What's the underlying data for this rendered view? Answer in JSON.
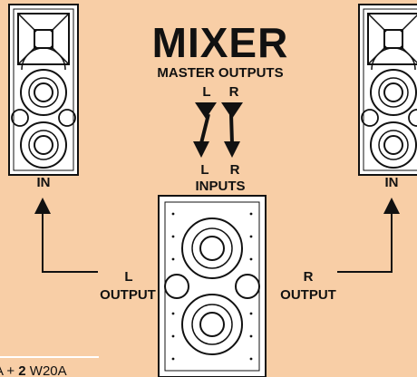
{
  "title": "MIXER",
  "subtitle": "MASTER OUTPUTS",
  "master_channels": [
    "L",
    "R"
  ],
  "input_channels": [
    "L",
    "R"
  ],
  "inputs_label": "INPUTS",
  "speaker_in_left": "IN",
  "speaker_in_right": "IN",
  "output_left": {
    "channel": "L",
    "label": "OUTPUT"
  },
  "output_right": {
    "channel": "R",
    "label": "OUTPUT"
  },
  "caption": {
    "prefix": "A + ",
    "count": "2",
    "model": " W20A"
  },
  "colors": {
    "background": "#f8cea6",
    "speaker_fill": "#ffffff",
    "line": "#111111"
  }
}
